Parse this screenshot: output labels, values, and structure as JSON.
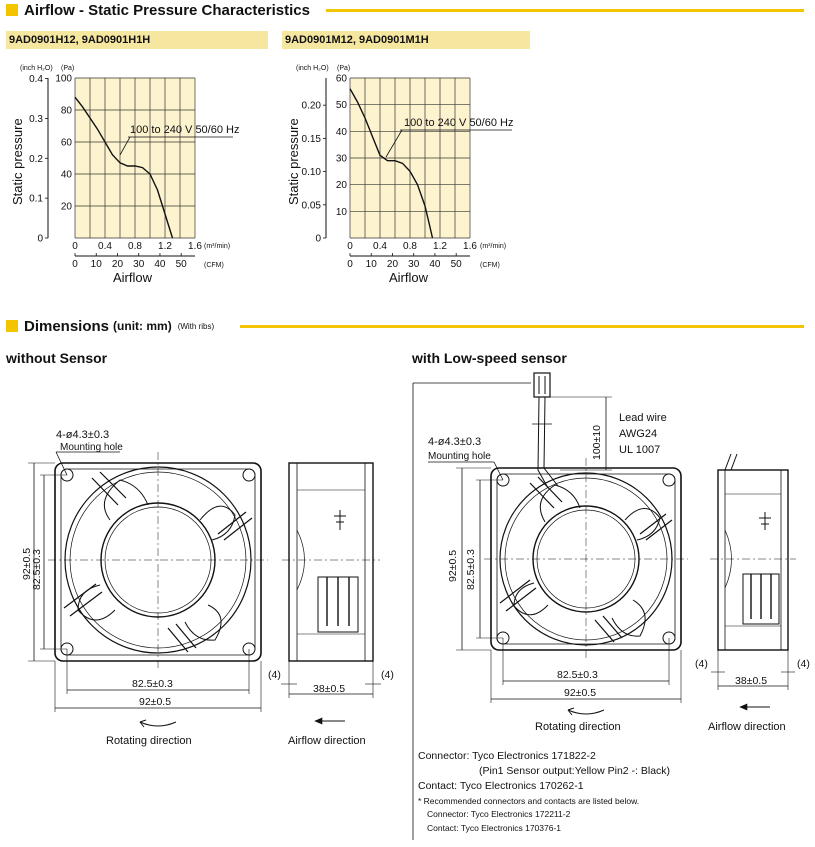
{
  "section1": {
    "title": "Airflow - Static Pressure Characteristics"
  },
  "section2": {
    "title": "Dimensions",
    "unit": "(unit: mm)",
    "note": "(With ribs)"
  },
  "charts": {
    "left": {
      "model": "9AD0901H12, 9AD0901H1H",
      "label": "100 to 240 V 50/60 Hz",
      "y_pa_ticks": [
        "100",
        "80",
        "60",
        "40",
        "20"
      ],
      "y_in_ticks": [
        "0.4",
        "0.3",
        "0.2",
        "0.1",
        "0"
      ],
      "x_m3_ticks": [
        "0",
        "0.4",
        "0.8",
        "1.2",
        "1.6"
      ],
      "x_cfm_ticks": [
        "0",
        "10",
        "20",
        "30",
        "40",
        "50"
      ]
    },
    "right": {
      "model": "9AD0901M12, 9AD0901M1H",
      "label": "100 to 240 V 50/60 Hz",
      "y_pa_ticks": [
        "60",
        "50",
        "40",
        "30",
        "20",
        "10"
      ],
      "y_in_ticks": [
        "0.20",
        "0.15",
        "0.10",
        "0.05",
        "0"
      ],
      "x_m3_ticks": [
        "0",
        "0.4",
        "0.8",
        "1.2",
        "1.6"
      ],
      "x_cfm_ticks": [
        "0",
        "10",
        "20",
        "30",
        "40",
        "50"
      ]
    },
    "y_in_unit": "(inch H₂O)",
    "y_pa_unit": "(Pa)",
    "x_m3_unit": "(m³/min)",
    "x_cfm_unit": "(CFM)",
    "ylabel": "Static pressure",
    "xlabel": "Airflow"
  },
  "chart_data": [
    {
      "type": "line",
      "title": "9AD0901H12, 9AD0901H1H",
      "xlabel": "Airflow",
      "ylabel": "Static pressure",
      "x_unit": "m³/min",
      "y_unit": "Pa",
      "xlim": [
        0,
        1.6
      ],
      "ylim": [
        0,
        100
      ],
      "grid": true,
      "series": [
        {
          "name": "100 to 240 V 50/60 Hz",
          "x": [
            0,
            0.1,
            0.2,
            0.3,
            0.4,
            0.5,
            0.6,
            0.7,
            0.8,
            0.9,
            1.0,
            1.1,
            1.2,
            1.3
          ],
          "y": [
            88,
            82,
            75,
            68,
            60,
            52,
            47,
            45,
            45,
            44,
            40,
            30,
            15,
            0
          ]
        }
      ]
    },
    {
      "type": "line",
      "title": "9AD0901M12, 9AD0901M1H",
      "xlabel": "Airflow",
      "ylabel": "Static pressure",
      "x_unit": "m³/min",
      "y_unit": "Pa",
      "xlim": [
        0,
        1.6
      ],
      "ylim": [
        0,
        60
      ],
      "grid": true,
      "series": [
        {
          "name": "100 to 240 V 50/60 Hz",
          "x": [
            0,
            0.1,
            0.2,
            0.3,
            0.4,
            0.5,
            0.6,
            0.7,
            0.8,
            0.9,
            1.0,
            1.05,
            1.1
          ],
          "y": [
            56,
            51,
            45,
            38,
            31,
            29,
            29,
            28,
            25,
            20,
            12,
            6,
            0
          ]
        }
      ]
    }
  ],
  "dimensions": {
    "without_sensor": {
      "heading": "without Sensor",
      "hole_spec": "4-ø4.3±0.3",
      "hole_label": "Mounting hole",
      "height": "92±0.5",
      "pitch_v": "82.5±0.3",
      "pitch_h": "82.5±0.3",
      "width": "92±0.5",
      "depth": "38±0.5",
      "side_gap": "(4)",
      "rotating": "Rotating direction",
      "airflow": "Airflow direction"
    },
    "with_sensor": {
      "heading": "with Low-speed sensor",
      "lead_wire": "Lead wire",
      "awg": "AWG24",
      "ul": "UL 1007",
      "lead_len": "100±10",
      "hole_spec": "4-ø4.3±0.3",
      "hole_label": "Mounting hole",
      "height": "92±0.5",
      "pitch_v": "82.5±0.3",
      "pitch_h": "82.5±0.3",
      "width": "92±0.5",
      "depth": "38±0.5",
      "side_gap": "(4)",
      "rotating": "Rotating direction",
      "airflow": "Airflow direction"
    }
  },
  "notes": {
    "connector": "Connector: Tyco Electronics 171822-2",
    "pin": "(Pin1 Sensor output:Yellow  Pin2 -: Black)",
    "contact": "Contact: Tyco Electronics 170262-1",
    "rec": "* Recommended connectors and contacts are listed below.",
    "rec_connector": "Connector: Tyco Electronics 172211-2",
    "rec_contact": "Contact: Tyco Electronics 170376-1"
  },
  "colors": {
    "accent": "#f2c500",
    "model_bg": "#f6e7a0",
    "plot_bg": "#fdf4cf"
  }
}
